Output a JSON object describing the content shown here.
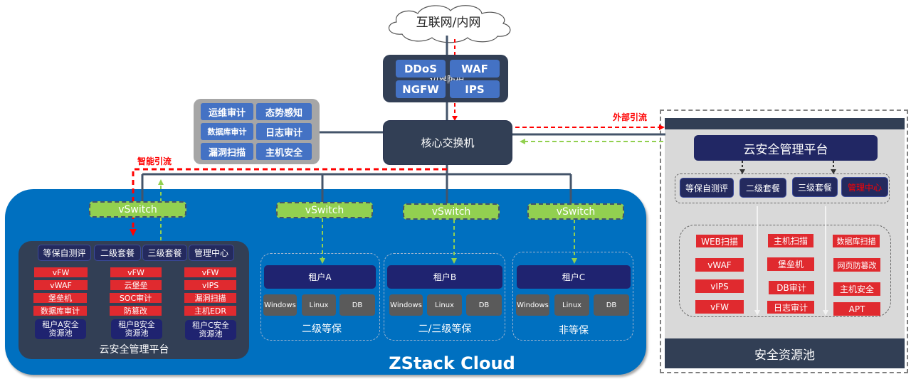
{
  "internet": {
    "label": "互联网/内网"
  },
  "perimeter": {
    "hidden_label": "边界防护",
    "items": [
      "DDoS",
      "WAF",
      "NGFW",
      "IPS"
    ]
  },
  "services_panel": {
    "items": [
      "运维审计",
      "态势感知",
      "数据库审计",
      "日志审计",
      "漏洞扫描",
      "主机安全"
    ]
  },
  "core_switch": {
    "label": "核心交换机"
  },
  "flows": {
    "external": "外部引流",
    "smart": "智能引流"
  },
  "zstack": {
    "title": "ZStack Cloud",
    "vswitch_label": "vSwitch",
    "platform": {
      "title": "云安全管理平台",
      "tabs": [
        "等保自测评",
        "二级套餐",
        "三级套餐",
        "管理中心"
      ],
      "columns": [
        {
          "items": [
            "vFW",
            "vWAF",
            "堡垒机",
            "数据库审计"
          ],
          "pool": "租户A安全资源池"
        },
        {
          "items": [
            "vFW",
            "云堡垒",
            "SOC审计",
            "防篡改"
          ],
          "pool": "租户B安全资源池"
        },
        {
          "items": [
            "vFW",
            "vIPS",
            "漏洞扫描",
            "主机EDR"
          ],
          "pool": "租户C安全资源池"
        }
      ]
    },
    "tenants": [
      {
        "name": "租户A",
        "vms": [
          "Windows",
          "Linux",
          "DB"
        ],
        "level": "二级等保"
      },
      {
        "name": "租户B",
        "vms": [
          "Windows",
          "Linux",
          "DB"
        ],
        "level": "二/三级等保"
      },
      {
        "name": "租户C",
        "vms": [
          "Windows",
          "Linux",
          "DB"
        ],
        "level": "非等保"
      }
    ]
  },
  "security_pool": {
    "platform_title": "云安全管理平台",
    "tabs": [
      "等保自测评",
      "二级套餐",
      "三级套餐",
      "管理中心"
    ],
    "highlight_tab": "管理中心",
    "columns": [
      [
        "WEB扫描",
        "vWAF",
        "vIPS",
        "vFW"
      ],
      [
        "主机扫描",
        "堡垒机",
        "DB审计",
        "日志审计"
      ],
      [
        "数据库扫描",
        "网页防篡改",
        "主机安全",
        "APT"
      ]
    ],
    "footer": "安全资源池"
  },
  "colors": {
    "dark_navy": "#323f55",
    "zstack_blue": "#0070c0",
    "vswitch_green": "#92d050",
    "alert_red": "#e02a2f",
    "button_blue": "#4472c4"
  }
}
